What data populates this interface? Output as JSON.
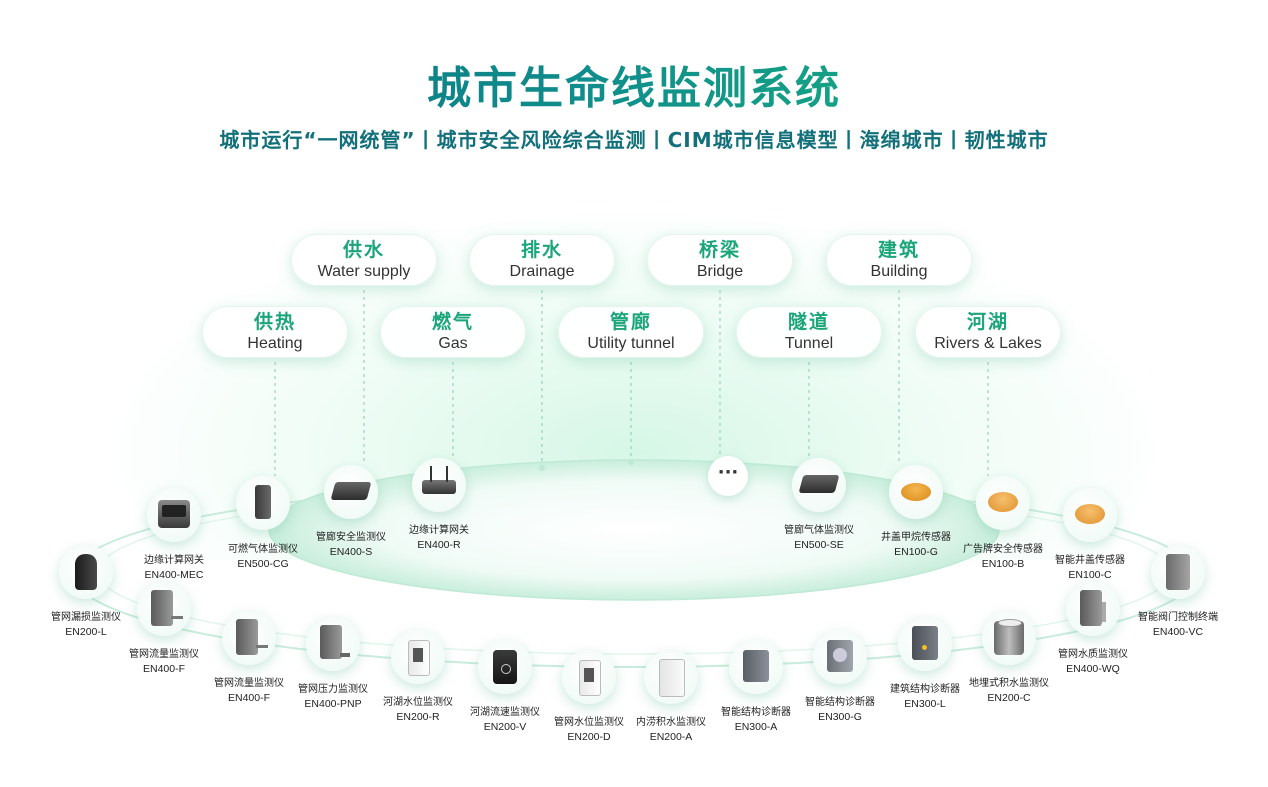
{
  "header": {
    "title": "城市生命线监测系统",
    "subtitle": "城市运行“一网统管”丨城市安全风险综合监测丨CIM城市信息模型丨海绵城市丨韧性城市"
  },
  "colors": {
    "accent": "#1ba67a",
    "title_start": "#0c6b7a",
    "title_end": "#1fc17a"
  },
  "categories": [
    {
      "cn": "供水",
      "en": "Water supply"
    },
    {
      "cn": "排水",
      "en": "Drainage"
    },
    {
      "cn": "桥梁",
      "en": "Bridge"
    },
    {
      "cn": "建筑",
      "en": "Building"
    },
    {
      "cn": "供热",
      "en": "Heating"
    },
    {
      "cn": "燃气",
      "en": "Gas"
    },
    {
      "cn": "管廊",
      "en": "Utility tunnel"
    },
    {
      "cn": "隧道",
      "en": "Tunnel"
    },
    {
      "cn": "河湖",
      "en": "Rivers & Lakes"
    }
  ],
  "more_indicator": "···",
  "devices": [
    {
      "name": "可燃气体监测仪",
      "model": "EN500-CG",
      "icon": "gas-detector-icon"
    },
    {
      "name": "管廊安全监测仪",
      "model": "EN400-S",
      "icon": "tunnel-monitor-icon"
    },
    {
      "name": "边缘计算网关",
      "model": "EN400-R",
      "icon": "edge-router-icon"
    },
    {
      "name": "管廊气体监测仪",
      "model": "EN500-SE",
      "icon": "tunnel-gas-icon"
    },
    {
      "name": "井盖甲烷传感器",
      "model": "EN100-G",
      "icon": "manhole-methane-icon"
    },
    {
      "name": "广告牌安全传感器",
      "model": "EN100-B",
      "icon": "billboard-sensor-icon"
    },
    {
      "name": "智能井盖传感器",
      "model": "EN100-C",
      "icon": "manhole-sensor-icon"
    },
    {
      "name": "边缘计算网关",
      "model": "EN400-MEC",
      "icon": "edge-gateway-icon"
    },
    {
      "name": "管网漏损监测仪",
      "model": "EN200-L",
      "icon": "leak-monitor-icon"
    },
    {
      "name": "管网流量监测仪",
      "model": "EN400-F",
      "icon": "flow-monitor-icon"
    },
    {
      "name": "管网流量监测仪",
      "model": "EN400-F",
      "icon": "flow-monitor-icon"
    },
    {
      "name": "管网压力监测仪",
      "model": "EN400-PNP",
      "icon": "pressure-monitor-icon"
    },
    {
      "name": "河湖水位监测仪",
      "model": "EN200-R",
      "icon": "river-level-icon"
    },
    {
      "name": "河湖流速监测仪",
      "model": "EN200-V",
      "icon": "river-velocity-icon"
    },
    {
      "name": "管网水位监测仪",
      "model": "EN200-D",
      "icon": "pipe-level-icon"
    },
    {
      "name": "内涝积水监测仪",
      "model": "EN200-A",
      "icon": "waterlogging-icon"
    },
    {
      "name": "智能结构诊断器",
      "model": "EN300-A",
      "icon": "structure-diagnoser-icon"
    },
    {
      "name": "智能结构诊断器",
      "model": "EN300-G",
      "icon": "structure-diagnoser-icon"
    },
    {
      "name": "建筑结构诊断器",
      "model": "EN300-L",
      "icon": "building-diagnoser-icon"
    },
    {
      "name": "地埋式积水监测仪",
      "model": "EN200-C",
      "icon": "buried-water-icon"
    },
    {
      "name": "管网水质监测仪",
      "model": "EN400-WQ",
      "icon": "water-quality-icon"
    },
    {
      "name": "智能阀门控制终端",
      "model": "EN400-VC",
      "icon": "valve-controller-icon"
    }
  ]
}
